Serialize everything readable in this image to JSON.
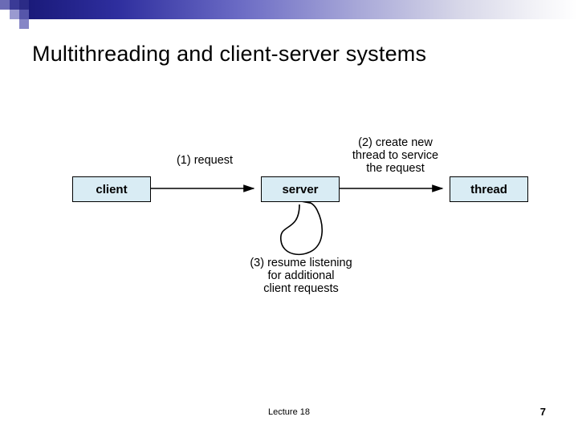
{
  "slide": {
    "title": "Multithreading and client-server systems",
    "footer_note": "Lecture 18",
    "slide_number": "7"
  },
  "diagram": {
    "type": "flow",
    "nodes": [
      {
        "id": "client",
        "label": "client"
      },
      {
        "id": "server",
        "label": "server"
      },
      {
        "id": "thread",
        "label": "thread"
      }
    ],
    "labels": {
      "request": "(1) request",
      "create": "(2) create new\nthread to service\nthe request",
      "create_line1": "(2) create new",
      "create_line2": "thread to service",
      "create_line3": "the request",
      "resume_line1": "(3) resume listening",
      "resume_line2": "for additional",
      "resume_line3": "client requests"
    },
    "edges": [
      {
        "from": "client",
        "to": "server",
        "label": "(1) request"
      },
      {
        "from": "server",
        "to": "thread",
        "label": "(2) create new thread to service the request"
      },
      {
        "from": "server",
        "to": "server",
        "label": "(3) resume listening for additional client requests"
      }
    ]
  },
  "colors": {
    "node_fill": "#d9ecf4",
    "node_border": "#000000",
    "band_dark": "#2b2b86",
    "text": "#000000"
  }
}
